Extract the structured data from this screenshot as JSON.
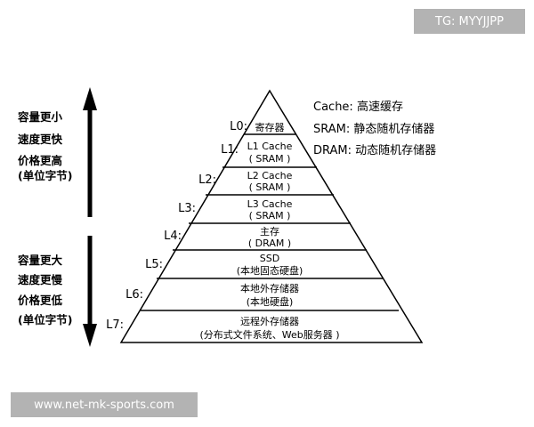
{
  "watermark_top": "TG: MYYJJPP",
  "watermark_bottom": "www.net-mk-sports.com",
  "legend": [
    "Cache: 高速缓存",
    "SRAM: 静态随机存储器",
    "DRAM: 动态随机存储器"
  ],
  "top_side_lines": [
    "容量更小",
    "速度更快",
    "价格更高",
    "(单位字节)"
  ],
  "bottom_side_lines": [
    "容量更大",
    "速度更慢",
    "价格更低",
    "(单位字节)"
  ],
  "levels": [
    {
      "label": "L0:",
      "lines": [
        "寄存器"
      ]
    },
    {
      "label": "L1:",
      "lines": [
        "L1 Cache",
        "( SRAM )"
      ]
    },
    {
      "label": "L2:",
      "lines": [
        "L2 Cache",
        "( SRAM )"
      ]
    },
    {
      "label": "L3:",
      "lines": [
        "L3 Cache",
        "( SRAM )"
      ]
    },
    {
      "label": "L4:",
      "lines": [
        "主存",
        "( DRAM )"
      ]
    },
    {
      "label": "L5:",
      "lines": [
        "SSD",
        "(本地固态硬盘)"
      ]
    },
    {
      "label": "L6:",
      "lines": [
        "本地外存储器",
        "(本地硬盘)"
      ]
    },
    {
      "label": "L7:",
      "lines": [
        "远程外存储器",
        "(分布式文件系统、Web服务器 )"
      ]
    }
  ],
  "colors": {
    "line": "#000000",
    "watermark_bg": "#b3b3b3",
    "watermark_text": "#ffffff"
  }
}
